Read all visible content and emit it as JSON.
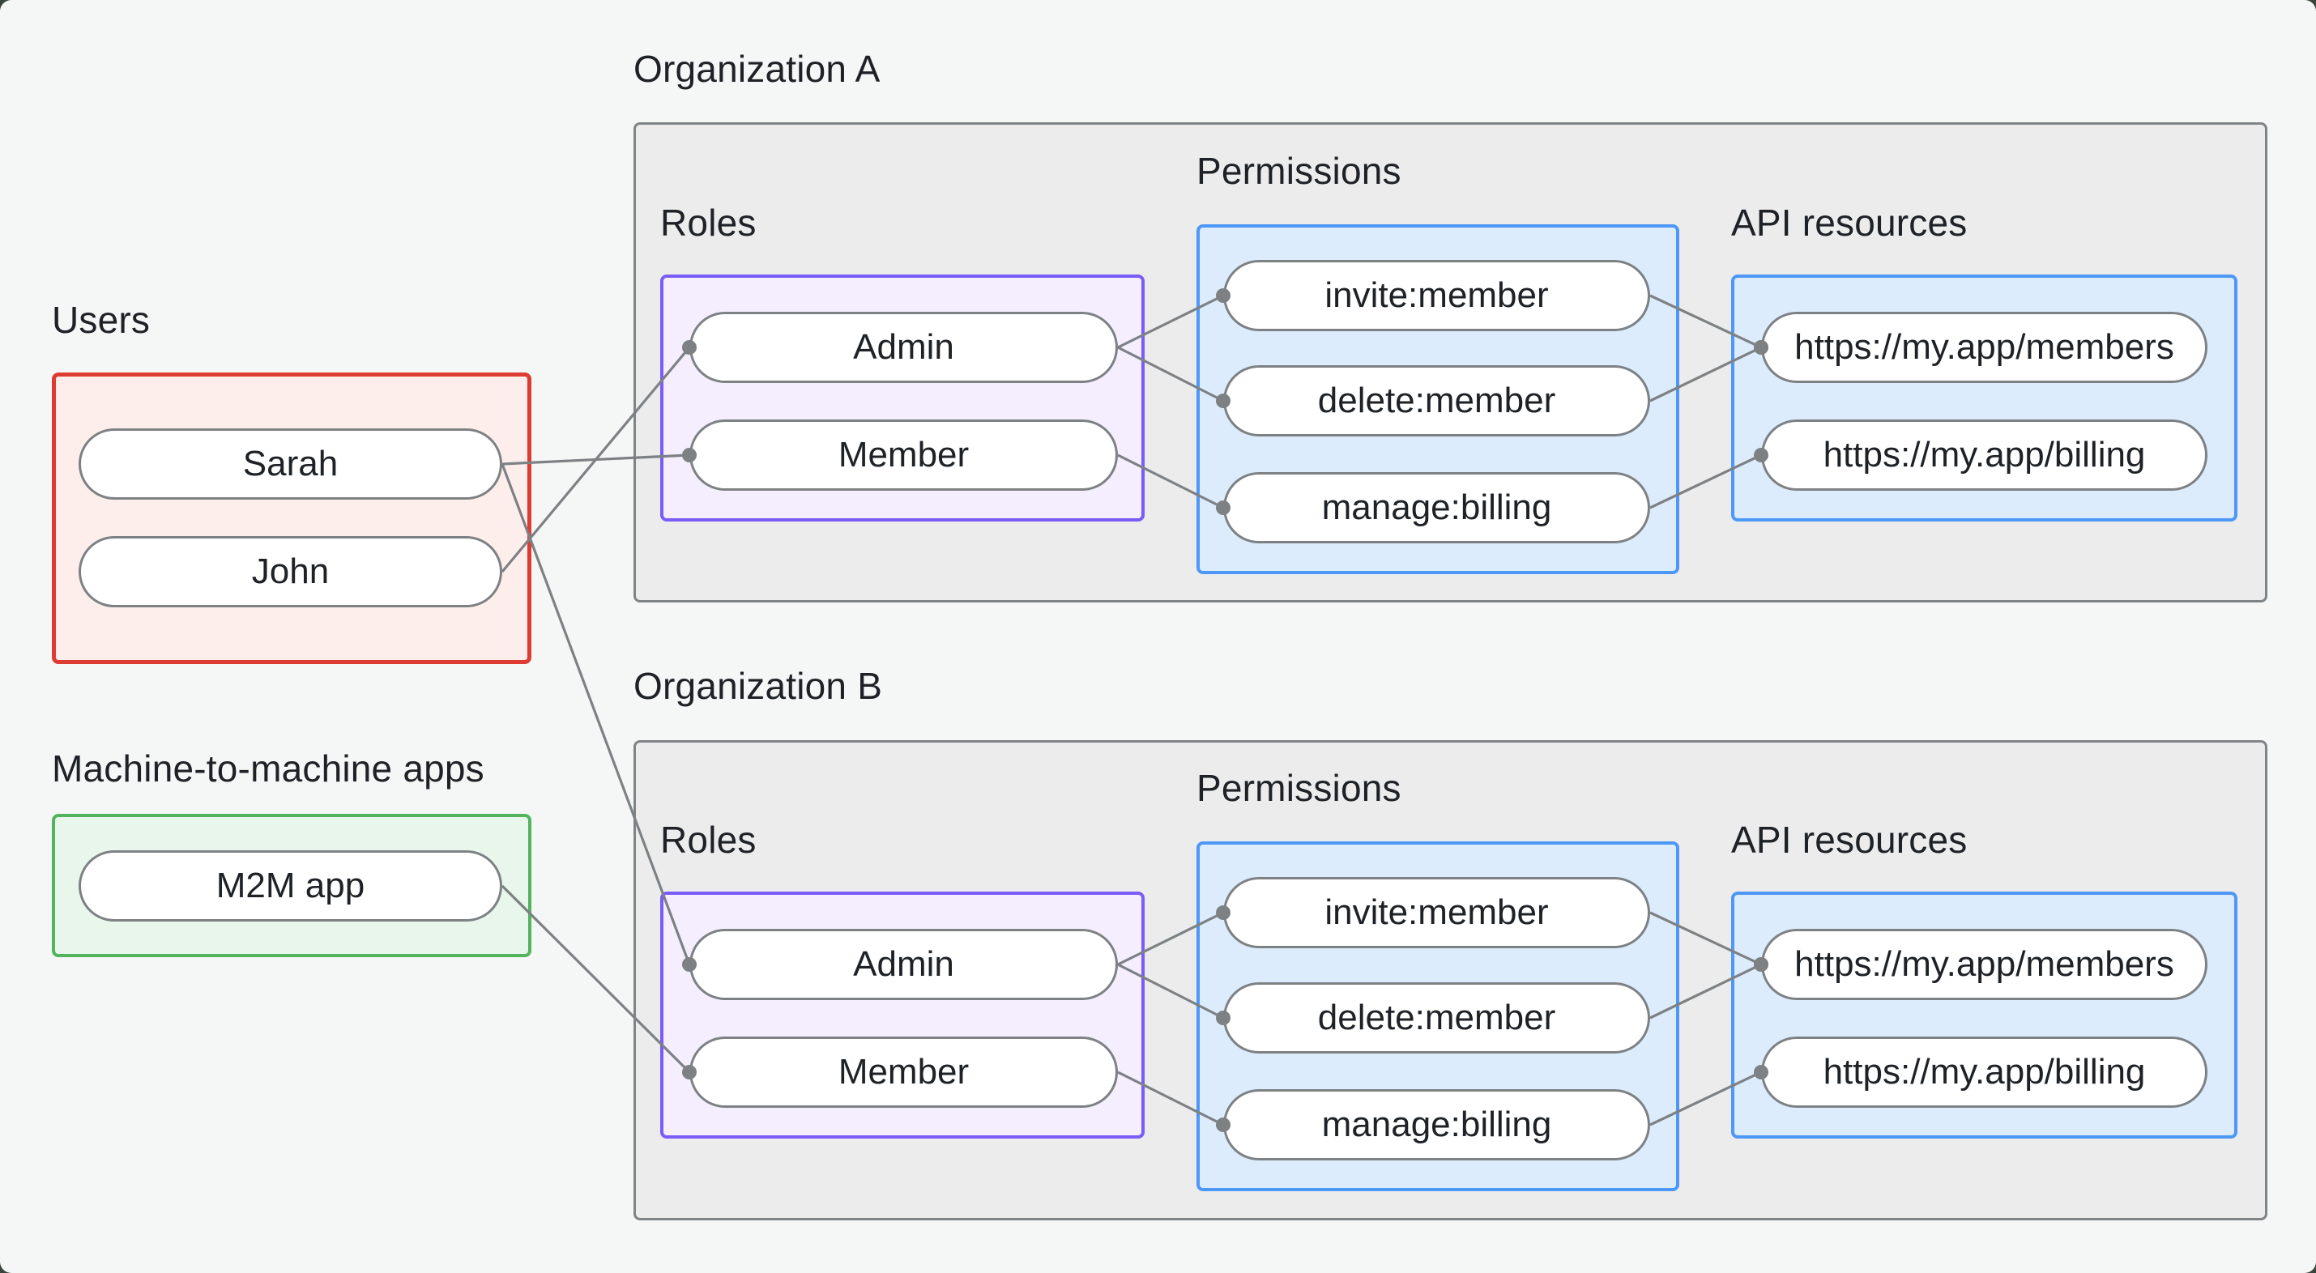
{
  "labels": {
    "users": "Users",
    "m2m": "Machine-to-machine apps",
    "org_a": "Organization A",
    "org_b": "Organization B",
    "roles": "Roles",
    "permissions": "Permissions",
    "api_resources": "API resources"
  },
  "nodes": {
    "sarah": "Sarah",
    "john": "John",
    "m2m_app": "M2M app",
    "orgA_admin": "Admin",
    "orgA_member": "Member",
    "orgA_invite": "invite:member",
    "orgA_delete": "delete:member",
    "orgA_manage": "manage:billing",
    "orgA_members_api": "https://my.app/members",
    "orgA_billing_api": "https://my.app/billing",
    "orgB_admin": "Admin",
    "orgB_member": "Member",
    "orgB_invite": "invite:member",
    "orgB_delete": "delete:member",
    "orgB_manage": "manage:billing",
    "orgB_members_api": "https://my.app/members",
    "orgB_billing_api": "https://my.app/billing"
  },
  "edges": [
    {
      "from": "sarah",
      "to": "orgA_member"
    },
    {
      "from": "john",
      "to": "orgA_admin"
    },
    {
      "from": "sarah",
      "to": "orgB_admin"
    },
    {
      "from": "m2m_app",
      "to": "orgB_member"
    },
    {
      "from": "orgA_admin",
      "to": "orgA_invite"
    },
    {
      "from": "orgA_admin",
      "to": "orgA_delete"
    },
    {
      "from": "orgA_member",
      "to": "orgA_manage"
    },
    {
      "from": "orgA_invite",
      "to": "orgA_members_api"
    },
    {
      "from": "orgA_delete",
      "to": "orgA_members_api"
    },
    {
      "from": "orgA_manage",
      "to": "orgA_billing_api"
    },
    {
      "from": "orgB_admin",
      "to": "orgB_invite"
    },
    {
      "from": "orgB_admin",
      "to": "orgB_delete"
    },
    {
      "from": "orgB_member",
      "to": "orgB_manage"
    },
    {
      "from": "orgB_invite",
      "to": "orgB_members_api"
    },
    {
      "from": "orgB_delete",
      "to": "orgB_members_api"
    },
    {
      "from": "orgB_manage",
      "to": "orgB_billing_api"
    }
  ],
  "colors": {
    "canvas-bg": "#f5f7f6",
    "org-box-bg": "#ececec",
    "org-box-border": "#7f8487",
    "users-box-bg": "#fdeeec",
    "users-box-border": "#dd3c33",
    "m2m-box-bg": "#e9f6eb",
    "m2m-box-border": "#52b45c",
    "roles-box-bg": "#f4eefe",
    "roles-box-border": "#7a5cf8",
    "blue-box-bg": "#dcecfc",
    "blue-box-border": "#4d97f7",
    "pill-bg": "#ffffff",
    "pill-border": "#7d8184",
    "line": "#7d8184",
    "text": "#1e2227"
  }
}
